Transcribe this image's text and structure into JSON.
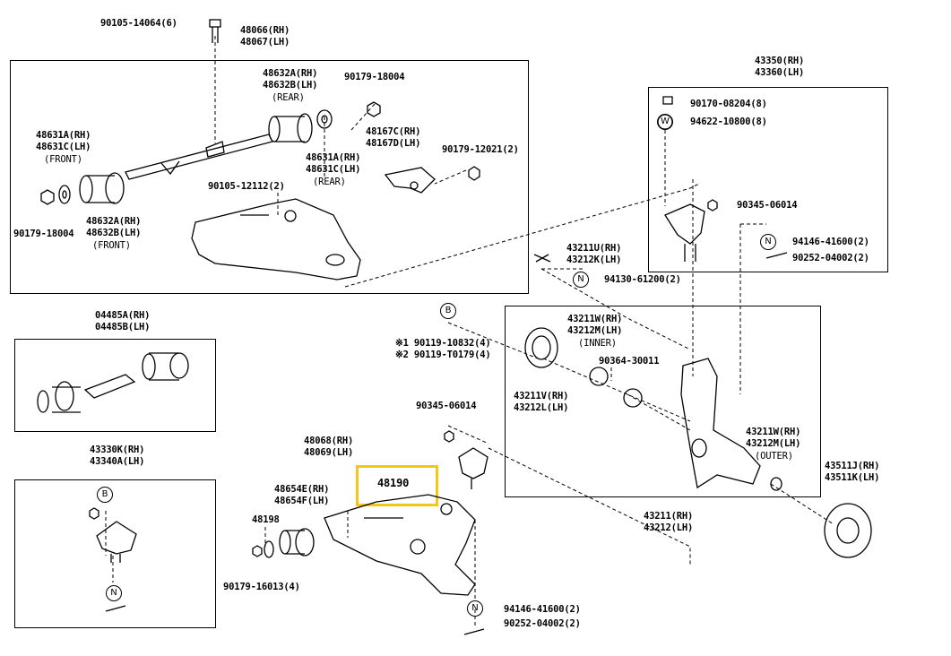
{
  "labels": {
    "l01": "90105-14064(6)",
    "l02": "48066(RH)",
    "l03": "48067(LH)",
    "l04": "48632A(RH)",
    "l05": "48632B(LH)",
    "l06": "(REAR)",
    "l07": "90179-18004",
    "l08": "48631A(RH)",
    "l09": "48631C(LH)",
    "l10": "(FRONT)",
    "l11": "48167C(RH)",
    "l12": "48167D(LH)",
    "l13": "90179-12021(2)",
    "l14": "48631A(RH)",
    "l15": "48631C(LH)",
    "l16": "(REAR)",
    "l17": "90105-12112(2)",
    "l18": "90179-18004",
    "l19": "48632A(RH)",
    "l20": "48632B(LH)",
    "l21": "(FRONT)",
    "l22": "43350(RH)",
    "l23": "43360(LH)",
    "l24": "90170-08204(8)",
    "l25": "94622-10800(8)",
    "l26": "90345-06014",
    "l27": "94146-41600(2)",
    "l28": "90252-04002(2)",
    "l29": "43211U(RH)",
    "l30": "43212K(LH)",
    "l31": "94130-61200(2)",
    "l32": "04485A(RH)",
    "l33": "04485B(LH)",
    "l34": "※1 90119-10832(4)",
    "l35": "※2 90119-T0179(4)",
    "l36": "43211W(RH)",
    "l37": "43212M(LH)",
    "l38": "(INNER)",
    "l39": "90364-30011",
    "l40": "43211V(RH)",
    "l41": "43212L(LH)",
    "l42": "90345-06014",
    "l43": "43211W(RH)",
    "l44": "43212M(LH)",
    "l45": "(OUTER)",
    "l46": "43511J(RH)",
    "l47": "43511K(LH)",
    "l48": "43330K(RH)",
    "l49": "43340A(LH)",
    "l50": "48068(RH)",
    "l51": "48069(LH)",
    "l52": "48190",
    "l53": "48654E(RH)",
    "l54": "48654F(LH)",
    "l55": "48198",
    "l56": "90179-16013(4)",
    "l57": "43211(RH)",
    "l58": "43212(LH)",
    "l59": "94146-41600(2)",
    "l60": "90252-04002(2)"
  },
  "markers": {
    "w1": "W",
    "n1": "N",
    "n2": "N",
    "b1": "B",
    "b2": "B",
    "n3": "N",
    "n4": "N"
  },
  "colors": {
    "highlight": "#f5c518",
    "line": "#000000"
  }
}
